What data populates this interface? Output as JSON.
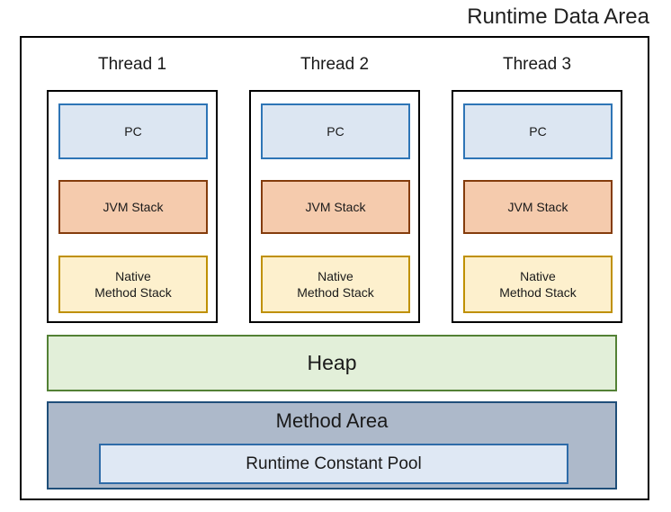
{
  "title": "Runtime Data Area",
  "threads": [
    {
      "label": "Thread 1",
      "pc": "PC",
      "jvm_stack": "JVM Stack",
      "native_method_stack": "Native\nMethod Stack"
    },
    {
      "label": "Thread 2",
      "pc": "PC",
      "jvm_stack": "JVM Stack",
      "native_method_stack": "Native\nMethod Stack"
    },
    {
      "label": "Thread 3",
      "pc": "PC",
      "jvm_stack": "JVM Stack",
      "native_method_stack": "Native\nMethod Stack"
    }
  ],
  "heap": {
    "label": "Heap"
  },
  "method_area": {
    "label": "Method Area",
    "constant_pool": "Runtime Constant Pool"
  },
  "colors": {
    "frame_border": "#000000",
    "pc_fill": "#dce6f2",
    "pc_border": "#2e75b6",
    "jvm_stack_fill": "#f5cbad",
    "jvm_stack_border": "#843c0c",
    "native_stack_fill": "#fdf0cd",
    "native_stack_border": "#bf9000",
    "heap_fill": "#e2efd9",
    "heap_border": "#538135",
    "method_area_fill": "#adb9ca",
    "method_area_border": "#1f4e79",
    "constant_pool_fill": "#dfe8f4",
    "constant_pool_border": "#2e6ba8"
  }
}
